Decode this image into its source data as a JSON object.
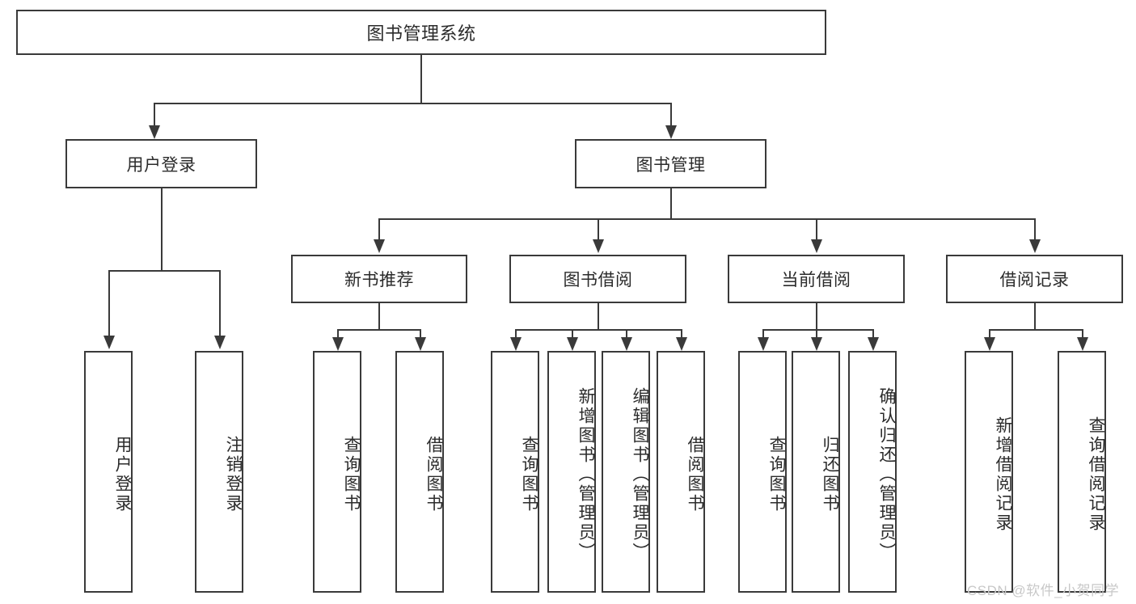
{
  "diagram": {
    "type": "tree-hierarchy",
    "title": "图书管理系统",
    "root": {
      "label": "图书管理系统"
    },
    "level1": [
      {
        "id": "user-login",
        "label": "用户登录"
      },
      {
        "id": "book-management",
        "label": "图书管理"
      }
    ],
    "level2": [
      {
        "id": "new-book-recommend",
        "label": "新书推荐",
        "parent": "book-management"
      },
      {
        "id": "book-borrow",
        "label": "图书借阅",
        "parent": "book-management"
      },
      {
        "id": "current-borrow",
        "label": "当前借阅",
        "parent": "book-management"
      },
      {
        "id": "borrow-record",
        "label": "借阅记录",
        "parent": "book-management"
      }
    ],
    "leaves": {
      "user-login": [
        {
          "id": "leaf-user-login",
          "label": "用户登录"
        },
        {
          "id": "leaf-logout-login",
          "label": "注销登录"
        }
      ],
      "new-book-recommend": [
        {
          "id": "leaf-query-book-1",
          "label": "查询图书"
        },
        {
          "id": "leaf-borrow-book-1",
          "label": "借阅图书"
        }
      ],
      "book-borrow": [
        {
          "id": "leaf-query-book-2",
          "label": "查询图书"
        },
        {
          "id": "leaf-add-book",
          "label": "新增图书（管理员）"
        },
        {
          "id": "leaf-edit-book",
          "label": "编辑图书（管理员）"
        },
        {
          "id": "leaf-borrow-book-2",
          "label": "借阅图书"
        }
      ],
      "current-borrow": [
        {
          "id": "leaf-query-book-3",
          "label": "查询图书"
        },
        {
          "id": "leaf-return-book",
          "label": "归还图书"
        },
        {
          "id": "leaf-confirm-return",
          "label": "确认归还（管理员）"
        }
      ],
      "borrow-record": [
        {
          "id": "leaf-add-record",
          "label": "新增借阅记录"
        },
        {
          "id": "leaf-query-record",
          "label": "查询借阅记录"
        }
      ]
    },
    "colors": {
      "stroke": "#3a3a3a",
      "fill": "#ffffff",
      "text": "#2b2b2b",
      "watermark": "#c8c8c8"
    }
  },
  "watermark": {
    "text": "CSDN @软件_小贺同学"
  }
}
